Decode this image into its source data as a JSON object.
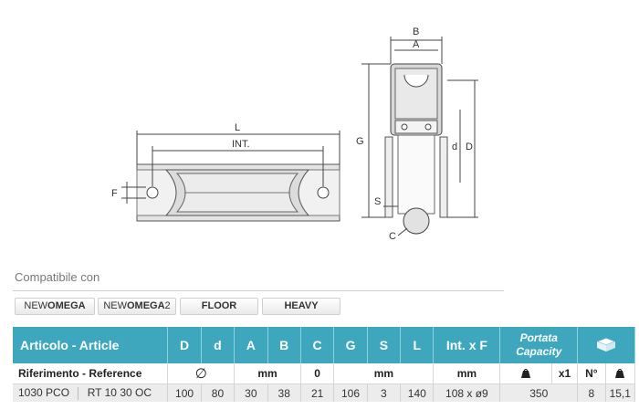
{
  "drawing": {
    "front_labels": {
      "L": "L",
      "INT": "INT.",
      "F": "F"
    },
    "side_labels": {
      "B": "B",
      "A": "A",
      "G": "G",
      "d": "d",
      "D": "D",
      "S": "S",
      "C": "C"
    }
  },
  "compat": {
    "title": "Compatibile con",
    "tags": [
      {
        "light": "NEW",
        "bold": "OMEGA"
      },
      {
        "light": "NEW",
        "bold": "OMEGA",
        "suffix": "2"
      },
      {
        "light": "",
        "bold": "FLOOR"
      },
      {
        "light": "",
        "bold": "HEAVY"
      }
    ]
  },
  "table": {
    "header": {
      "article": "Articolo - Article",
      "D": "D",
      "d": "d",
      "A": "A",
      "B": "B",
      "C": "C",
      "G": "G",
      "S": "S",
      "L": "L",
      "intF": "Int. x F",
      "portata": "Portata",
      "capacity": "Capacity",
      "box_icon": "box-icon"
    },
    "units": {
      "reference": "Riferimento - Reference",
      "diameter": "∅",
      "mm1": "mm",
      "zero": "0",
      "mm2": "mm",
      "mm3": "mm",
      "x1": "x1",
      "n": "N°"
    },
    "row": {
      "code": "1030 PCO",
      "ref": "RT 10 30 OC",
      "D": "100",
      "d": "80",
      "A": "30",
      "B": "38",
      "C": "21",
      "G": "106",
      "S": "3",
      "L": "140",
      "intF": "108 x ø9",
      "capacity": "350",
      "n": "8",
      "weight": "15,1"
    }
  },
  "colors": {
    "header": "#3ea7bd",
    "row": "#ececec"
  }
}
